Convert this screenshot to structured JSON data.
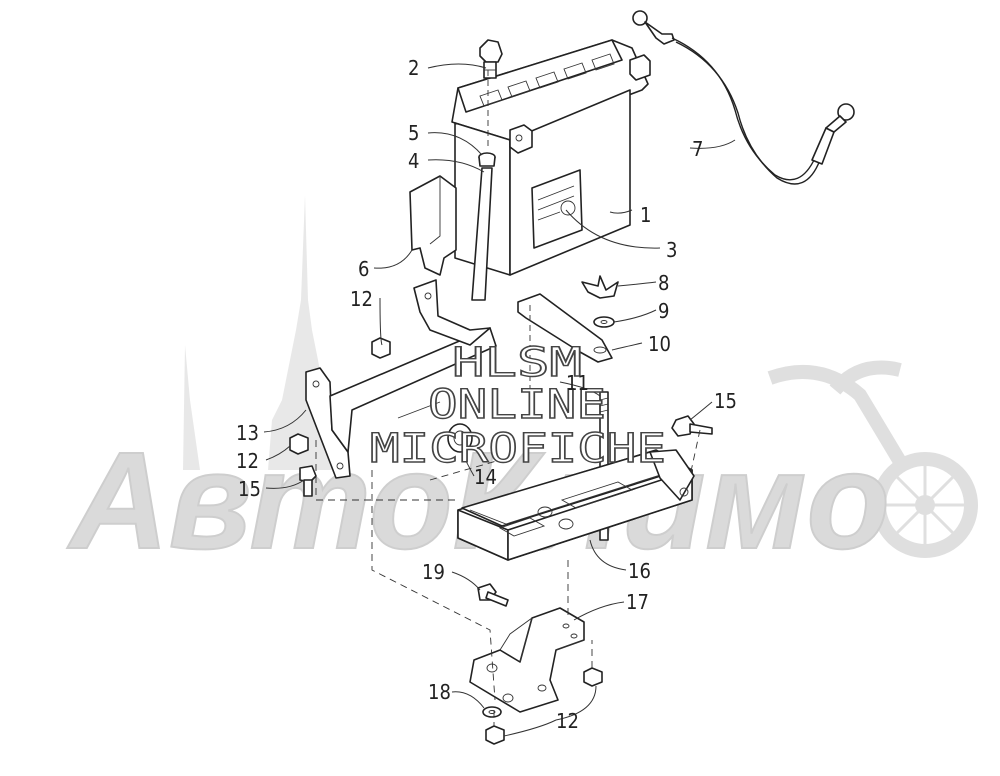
{
  "watermark": {
    "brand": "АвтоКлимо",
    "overlay_line1": "HLSM",
    "overlay_line2": "ONLINE",
    "overlay_line3": "MICROFICHE"
  },
  "callouts": {
    "c1": "1",
    "c2": "2",
    "c3": "3",
    "c4": "4",
    "c5": "5",
    "c6": "6",
    "c7": "7",
    "c8": "8",
    "c9": "9",
    "c10": "10",
    "c11": "11",
    "c12a": "12",
    "c12b": "12",
    "c12c": "12",
    "c13": "13",
    "c14": "14",
    "c15a": "15",
    "c15b": "15",
    "c16": "16",
    "c17": "17",
    "c18": "18",
    "c19": "19"
  }
}
